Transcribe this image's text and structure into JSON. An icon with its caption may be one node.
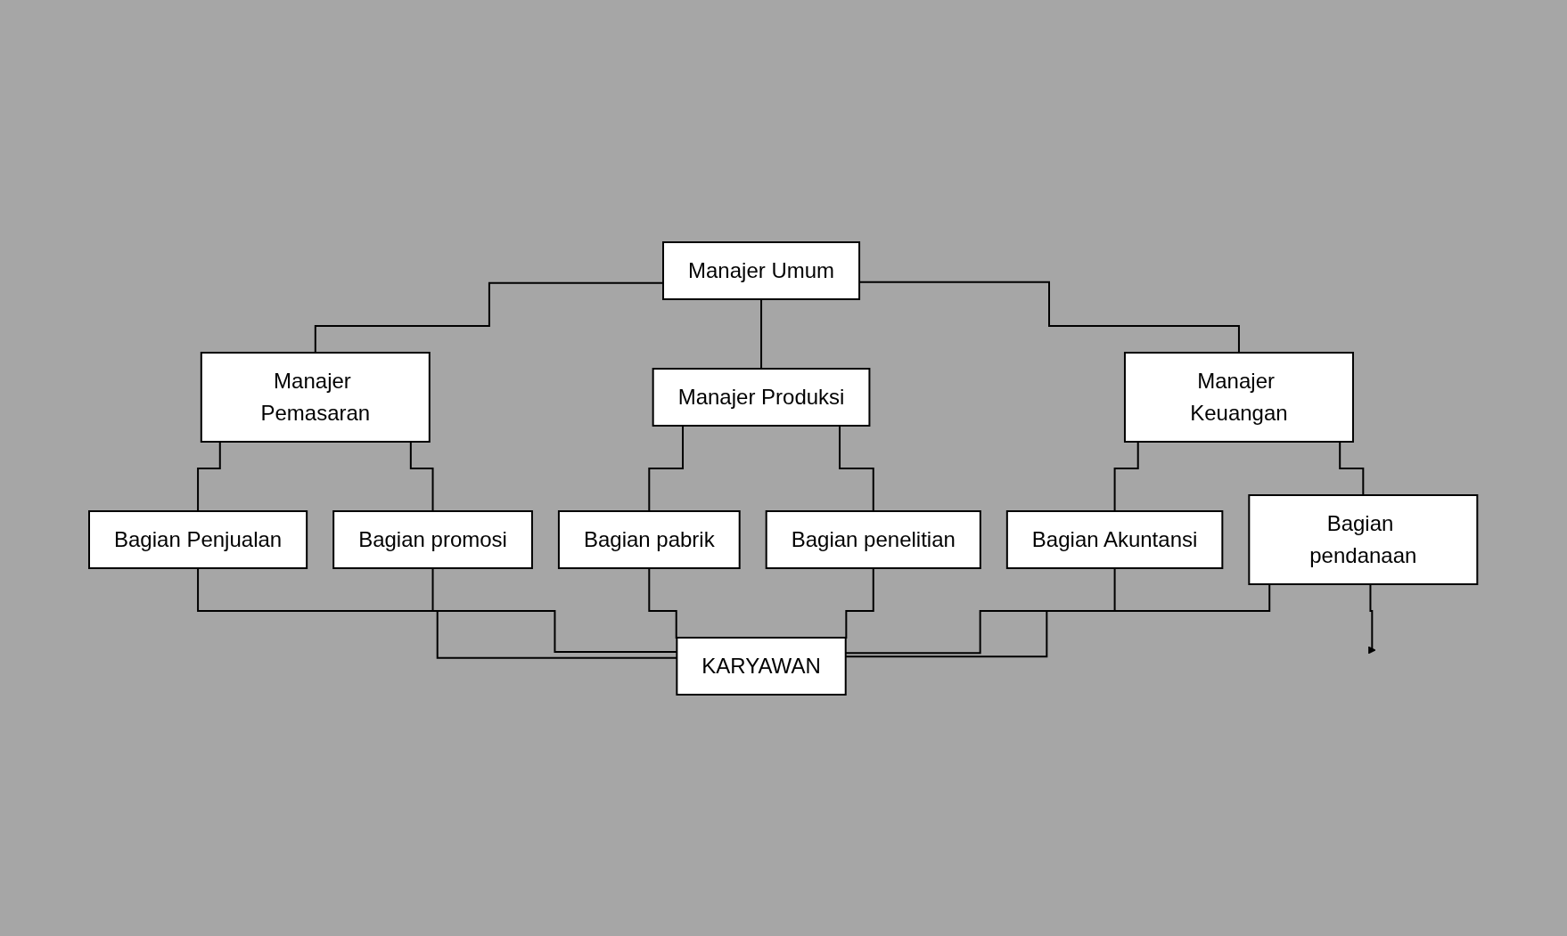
{
  "diagram": {
    "nodes": [
      {
        "text": [
          "Manajer Umum"
        ]
      },
      {
        "text": [
          "Manajer Pemasaran"
        ]
      },
      {
        "text": [
          "Manajer Produksi"
        ]
      },
      {
        "text": [
          "Manajer Keuangan"
        ]
      },
      {
        "text": [
          "Bagian Penjualan"
        ]
      },
      {
        "text": [
          "Bagian promosi"
        ]
      },
      {
        "text": [
          "Bagian pabrik"
        ]
      },
      {
        "text": [
          "Bagian penelitian"
        ]
      },
      {
        "text": [
          "Bagian Akuntansi"
        ]
      },
      {
        "text": [
          "Bagian pendanaan"
        ]
      },
      {
        "text": [
          "KARYAWAN"
        ]
      }
    ],
    "edges": [
      {
        "from": 0,
        "to": 1,
        "arrow": "none"
      },
      {
        "from": 0,
        "to": 2,
        "arrow": "none"
      },
      {
        "from": 0,
        "to": 3,
        "arrow": "none"
      },
      {
        "from": 1,
        "to": 4,
        "arrow": "none"
      },
      {
        "from": 1,
        "to": 5,
        "arrow": "none"
      },
      {
        "from": 2,
        "to": 6,
        "arrow": "none"
      },
      {
        "from": 2,
        "to": 7,
        "arrow": "none"
      },
      {
        "from": 3,
        "to": 8,
        "arrow": "none"
      },
      {
        "from": 3,
        "to": 9,
        "arrow": "none"
      },
      {
        "from": 4,
        "to": 10,
        "arrow": "none"
      },
      {
        "from": 5,
        "to": 10,
        "arrow": "none"
      },
      {
        "from": 6,
        "to": 10,
        "arrow": "none"
      },
      {
        "from": 7,
        "to": 10,
        "arrow": "none"
      },
      {
        "from": 8,
        "to": 10,
        "arrow": "none"
      },
      {
        "from": 9,
        "to": 10,
        "arrow": "none"
      },
      {
        "from": 9,
        "to": null,
        "arrow": "to"
      }
    ]
  }
}
